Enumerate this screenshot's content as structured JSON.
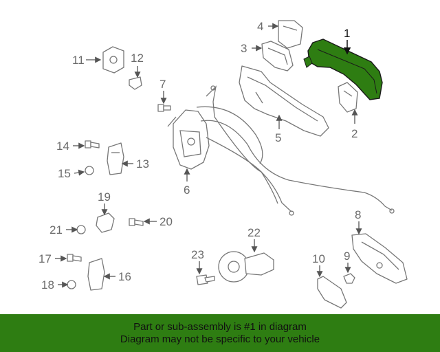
{
  "callouts": [
    "1",
    "2",
    "3",
    "4",
    "5",
    "6",
    "7",
    "8",
    "9",
    "10",
    "11",
    "12",
    "13",
    "14",
    "15",
    "16",
    "17",
    "18",
    "19",
    "20",
    "21",
    "22",
    "23"
  ],
  "banner": {
    "line1": "Part or sub-assembly is #1 in diagram",
    "line2": "Diagram may not be specific to your vehicle"
  },
  "colors": {
    "highlight": "#2e7d12",
    "banner": "#2e7d12",
    "linework": "#777777"
  }
}
